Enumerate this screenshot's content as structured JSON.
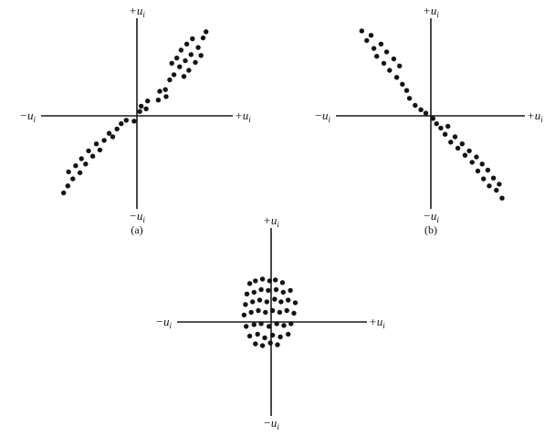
{
  "colors": {
    "ink": "#141414",
    "background": "#ffffff"
  },
  "chart_data": [
    {
      "type": "scatter",
      "panel_label": "(a)",
      "axis_labels": {
        "top": "+u",
        "bottom": "−u",
        "left": "−u",
        "right": "+u",
        "subscript": "i"
      },
      "xlim": [
        -1,
        1
      ],
      "ylim": [
        -1,
        1
      ],
      "grid": false,
      "points": [
        [
          -1.03,
          -0.88
        ],
        [
          -0.97,
          -0.8
        ],
        [
          -0.96,
          -0.64
        ],
        [
          -0.9,
          -0.72
        ],
        [
          -0.86,
          -0.57
        ],
        [
          -0.8,
          -0.65
        ],
        [
          -0.78,
          -0.49
        ],
        [
          -0.72,
          -0.55
        ],
        [
          -0.68,
          -0.4
        ],
        [
          -0.62,
          -0.46
        ],
        [
          -0.57,
          -0.32
        ],
        [
          -0.52,
          -0.39
        ],
        [
          -0.46,
          -0.28
        ],
        [
          -0.39,
          -0.2
        ],
        [
          -0.34,
          -0.24
        ],
        [
          -0.28,
          -0.15
        ],
        [
          -0.22,
          -0.09
        ],
        [
          -0.15,
          -0.05
        ],
        [
          -0.04,
          -0.06
        ],
        [
          0.04,
          0.05
        ],
        [
          0.06,
          0.11
        ],
        [
          0.13,
          0.08
        ],
        [
          0.15,
          0.17
        ],
        [
          0.3,
          0.18
        ],
        [
          0.32,
          0.28
        ],
        [
          0.4,
          0.3
        ],
        [
          0.41,
          0.22
        ],
        [
          0.46,
          0.41
        ],
        [
          0.52,
          0.47
        ],
        [
          0.49,
          0.6
        ],
        [
          0.56,
          0.66
        ],
        [
          0.6,
          0.56
        ],
        [
          0.62,
          0.75
        ],
        [
          0.66,
          0.45
        ],
        [
          0.68,
          0.63
        ],
        [
          0.7,
          0.82
        ],
        [
          0.73,
          0.52
        ],
        [
          0.76,
          0.7
        ],
        [
          0.78,
          0.88
        ],
        [
          0.82,
          0.61
        ],
        [
          0.86,
          0.78
        ],
        [
          0.9,
          0.69
        ],
        [
          0.93,
          0.89
        ],
        [
          0.97,
          0.96
        ]
      ]
    },
    {
      "type": "scatter",
      "panel_label": "(b)",
      "axis_labels": {
        "top": "+u",
        "bottom": "−u",
        "left": "−u",
        "right": "+u",
        "subscript": "i"
      },
      "xlim": [
        -1,
        1
      ],
      "ylim": [
        -1,
        1
      ],
      "grid": false,
      "points": [
        [
          -0.97,
          0.97
        ],
        [
          -0.9,
          0.86
        ],
        [
          -0.84,
          0.92
        ],
        [
          -0.8,
          0.77
        ],
        [
          -0.76,
          0.68
        ],
        [
          -0.7,
          0.82
        ],
        [
          -0.66,
          0.6
        ],
        [
          -0.62,
          0.73
        ],
        [
          -0.58,
          0.52
        ],
        [
          -0.52,
          0.65
        ],
        [
          -0.48,
          0.44
        ],
        [
          -0.44,
          0.57
        ],
        [
          -0.4,
          0.36
        ],
        [
          -0.34,
          0.29
        ],
        [
          -0.3,
          0.2
        ],
        [
          -0.22,
          0.12
        ],
        [
          -0.14,
          0.07
        ],
        [
          -0.07,
          0.03
        ],
        [
          0.03,
          -0.03
        ],
        [
          0.08,
          -0.09
        ],
        [
          0.14,
          -0.14
        ],
        [
          0.2,
          -0.21
        ],
        [
          0.24,
          -0.12
        ],
        [
          0.28,
          -0.3
        ],
        [
          0.34,
          -0.24
        ],
        [
          0.38,
          -0.37
        ],
        [
          0.44,
          -0.32
        ],
        [
          0.48,
          -0.45
        ],
        [
          0.54,
          -0.4
        ],
        [
          0.58,
          -0.53
        ],
        [
          0.64,
          -0.47
        ],
        [
          0.66,
          -0.63
        ],
        [
          0.72,
          -0.55
        ],
        [
          0.74,
          -0.72
        ],
        [
          0.8,
          -0.62
        ],
        [
          0.82,
          -0.8
        ],
        [
          0.88,
          -0.71
        ],
        [
          0.92,
          -0.85
        ],
        [
          0.96,
          -0.78
        ],
        [
          1.0,
          -0.94
        ]
      ]
    },
    {
      "type": "scatter",
      "panel_label": "",
      "axis_labels": {
        "top": "+u",
        "bottom": "−u",
        "left": "−u",
        "right": "+u",
        "subscript": "i"
      },
      "xlim": [
        -1,
        1
      ],
      "ylim": [
        -1,
        1
      ],
      "grid": false,
      "points": [
        [
          -0.3,
          0.44
        ],
        [
          -0.22,
          0.47
        ],
        [
          -0.12,
          0.49
        ],
        [
          -0.02,
          0.47
        ],
        [
          0.06,
          0.48
        ],
        [
          0.16,
          0.45
        ],
        [
          -0.34,
          0.32
        ],
        [
          -0.24,
          0.34
        ],
        [
          -0.14,
          0.37
        ],
        [
          -0.04,
          0.36
        ],
        [
          0.07,
          0.37
        ],
        [
          0.17,
          0.34
        ],
        [
          0.27,
          0.36
        ],
        [
          -0.36,
          0.2
        ],
        [
          -0.26,
          0.23
        ],
        [
          -0.16,
          0.25
        ],
        [
          -0.06,
          0.23
        ],
        [
          0.05,
          0.26
        ],
        [
          0.14,
          0.23
        ],
        [
          0.24,
          0.25
        ],
        [
          0.34,
          0.22
        ],
        [
          -0.38,
          0.08
        ],
        [
          -0.28,
          0.11
        ],
        [
          -0.18,
          0.13
        ],
        [
          -0.08,
          0.11
        ],
        [
          0.02,
          0.13
        ],
        [
          0.12,
          0.11
        ],
        [
          0.22,
          0.13
        ],
        [
          0.32,
          0.1
        ],
        [
          -0.35,
          -0.05
        ],
        [
          -0.24,
          -0.03
        ],
        [
          -0.14,
          -0.02
        ],
        [
          -0.03,
          -0.05
        ],
        [
          0.08,
          -0.02
        ],
        [
          0.18,
          -0.04
        ],
        [
          0.28,
          -0.02
        ],
        [
          -0.3,
          -0.16
        ],
        [
          -0.19,
          -0.14
        ],
        [
          -0.09,
          -0.18
        ],
        [
          0.02,
          -0.15
        ],
        [
          0.13,
          -0.17
        ],
        [
          0.24,
          -0.14
        ],
        [
          -0.22,
          -0.25
        ],
        [
          -0.12,
          -0.27
        ],
        [
          -0.01,
          -0.24
        ],
        [
          0.09,
          -0.26
        ]
      ]
    }
  ]
}
